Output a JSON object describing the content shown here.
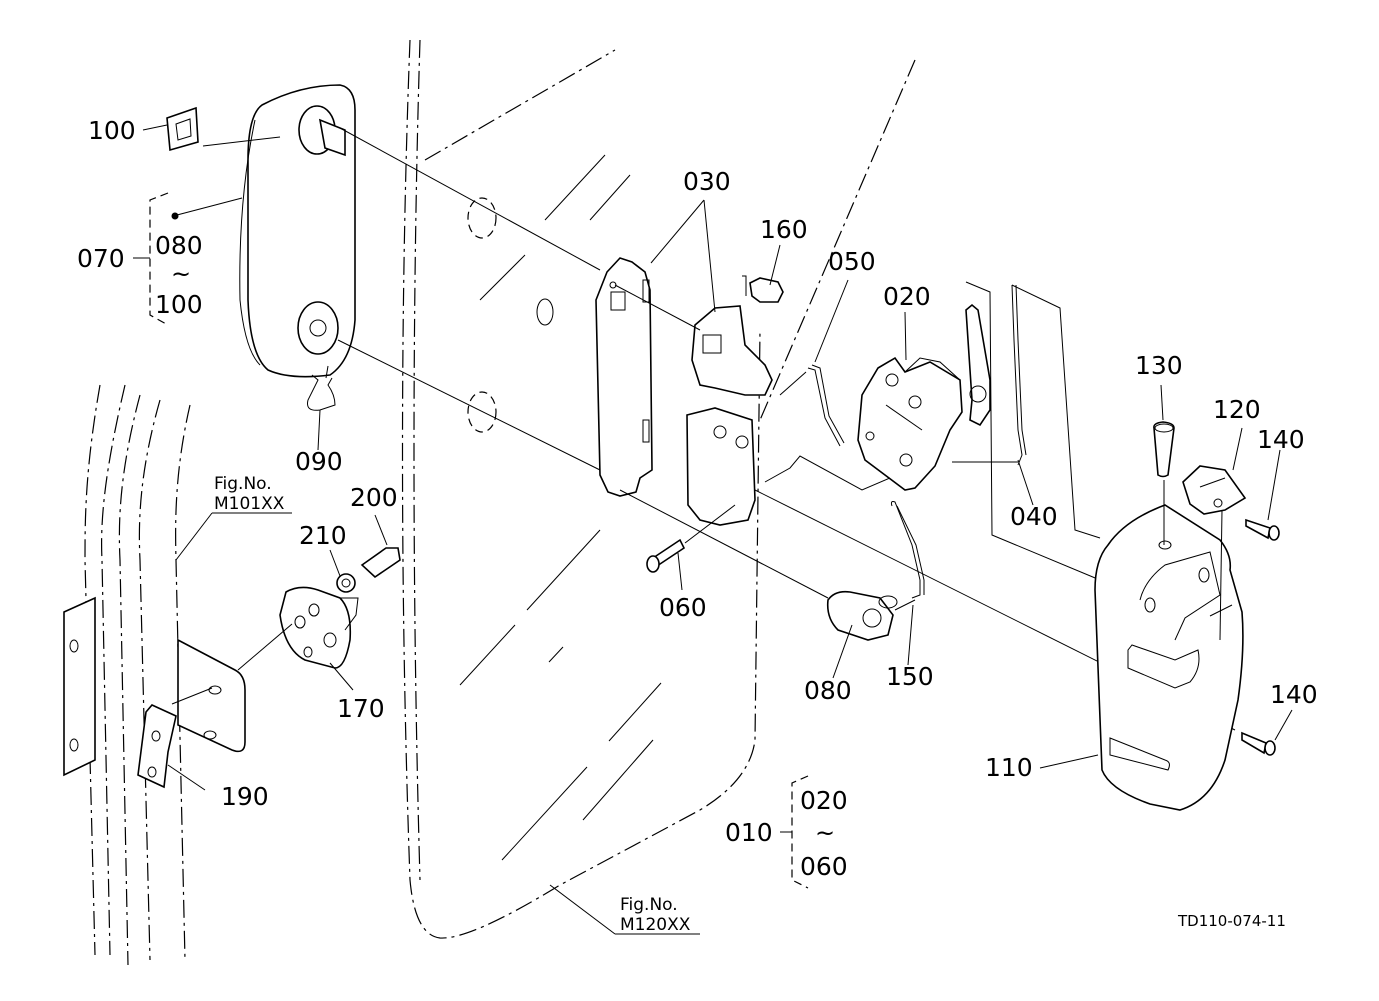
{
  "drawing_code": "TD110-074-11",
  "figure_refs": [
    {
      "id": "fig-m101",
      "line1": "Fig.No.",
      "line2": "M101XX"
    },
    {
      "id": "fig-m120",
      "line1": "Fig.No.",
      "line2": "M120XX"
    }
  ],
  "assemblies": [
    {
      "id": "070",
      "range_from": "080",
      "range_sep": "~",
      "range_to": "100"
    },
    {
      "id": "010",
      "range_from": "020",
      "range_sep": "~",
      "range_to": "060"
    }
  ],
  "callouts": {
    "c100": "100",
    "c090": "090",
    "c030": "030",
    "c160": "160",
    "c050": "050",
    "c020": "020",
    "c130": "130",
    "c120": "120",
    "c140a": "140",
    "c040": "040",
    "c200": "200",
    "c210": "210",
    "c060": "060",
    "c080": "080",
    "c150": "150",
    "c140b": "140",
    "c170": "170",
    "c110": "110",
    "c190": "190"
  }
}
